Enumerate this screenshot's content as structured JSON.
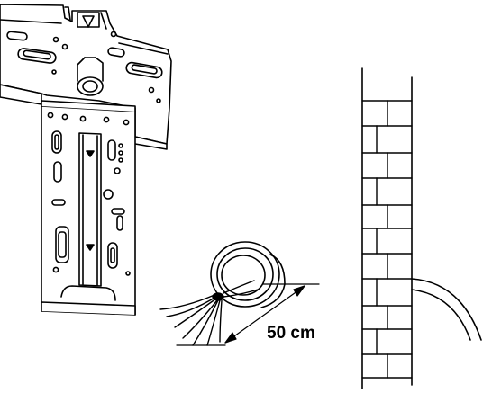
{
  "diagram": {
    "measurement": {
      "label": "50 cm"
    },
    "parts": {
      "mounting_plate": "mounting-plate",
      "pipe_sleeve": "pipe-sleeve-with-cables",
      "wall": "brick-wall-with-pipe"
    },
    "colors": {
      "line": "#000000",
      "background": "#ffffff"
    }
  }
}
